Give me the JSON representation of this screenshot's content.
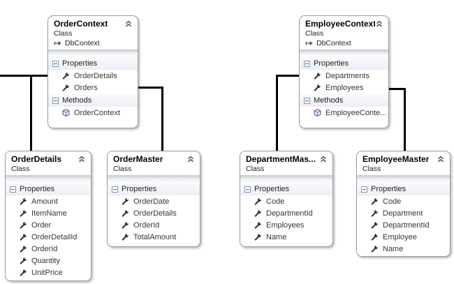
{
  "diagram": {
    "background": "#ffffff",
    "connector_color": "#000000",
    "box_border_color": "#9b9b9b",
    "method_icon_color": "#7b449c",
    "wrench_icon_color": "#2b2b2b",
    "chevron_icon_color": "#55626e",
    "icons": {
      "collapse": "chevron-up-double-icon",
      "section_toggle": "minus-box-icon",
      "property": "wrench-icon",
      "method": "cube-icon",
      "base_type": "arrow-right-icon"
    }
  },
  "classes": [
    {
      "title": "OrderContext",
      "kind": "Class",
      "base": "DbContext",
      "sections": [
        {
          "label": "Properties",
          "members": [
            "OrderDetails",
            "Orders"
          ]
        },
        {
          "label": "Methods",
          "members": [
            "OrderContext"
          ]
        }
      ]
    },
    {
      "title": "EmployeeContext",
      "kind": "Class",
      "base": "DbContext",
      "sections": [
        {
          "label": "Properties",
          "members": [
            "Departments",
            "Employees"
          ]
        },
        {
          "label": "Methods",
          "members": [
            "EmployeeConte..."
          ]
        }
      ]
    },
    {
      "title": "OrderDetails",
      "kind": "Class",
      "sections": [
        {
          "label": "Properties",
          "members": [
            "Amount",
            "ItemName",
            "Order",
            "OrderDetailId",
            "OrderId",
            "Quantity",
            "UnitPrice"
          ]
        }
      ]
    },
    {
      "title": "OrderMaster",
      "kind": "Class",
      "sections": [
        {
          "label": "Properties",
          "members": [
            "OrderDate",
            "OrderDetails",
            "OrderId",
            "TotalAmount"
          ]
        }
      ]
    },
    {
      "title": "DepartmentMas...",
      "kind": "Class",
      "sections": [
        {
          "label": "Properties",
          "members": [
            "Code",
            "DepartmentId",
            "Employees",
            "Name"
          ]
        }
      ]
    },
    {
      "title": "EmployeeMaster",
      "kind": "Class",
      "sections": [
        {
          "label": "Properties",
          "members": [
            "Code",
            "Department",
            "DepartmentId",
            "Employee",
            "Name"
          ]
        }
      ]
    }
  ]
}
